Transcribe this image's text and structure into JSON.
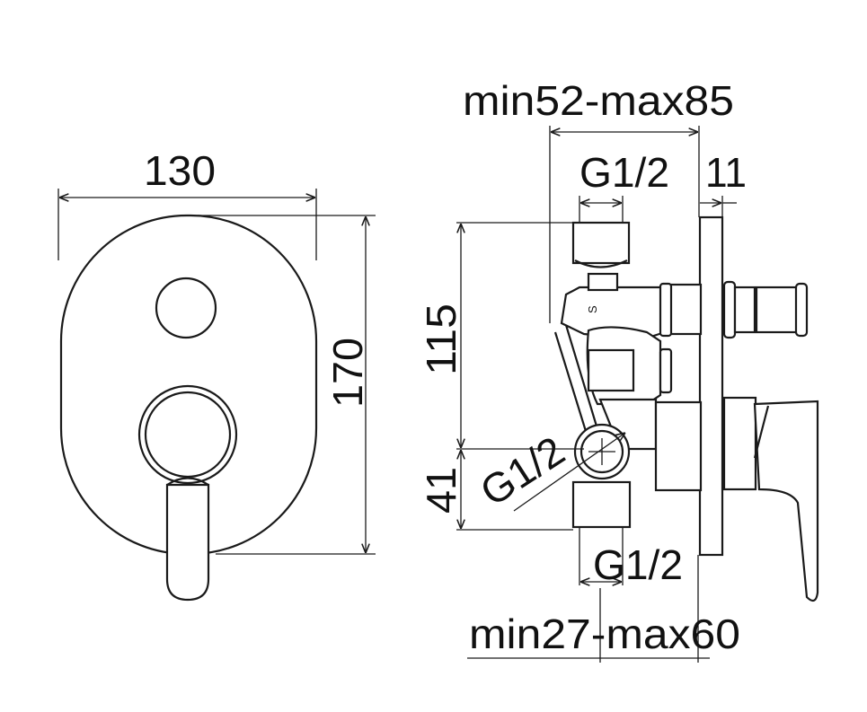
{
  "front_view": {
    "width_label": "130",
    "height_label": "170"
  },
  "side_view": {
    "depth_range_label": "min52-max85",
    "top_inlet_label": "G1/2",
    "plate_thickness_label": "11",
    "upper_height_label": "115",
    "lower_height_label": "41",
    "side_outlet_label": "G1/2",
    "bottom_outlet_label": "G1/2",
    "bottom_depth_range_label": "min27-max60",
    "body_marking": "S"
  },
  "colors": {
    "line": "#1a1a1a",
    "background": "#ffffff"
  }
}
